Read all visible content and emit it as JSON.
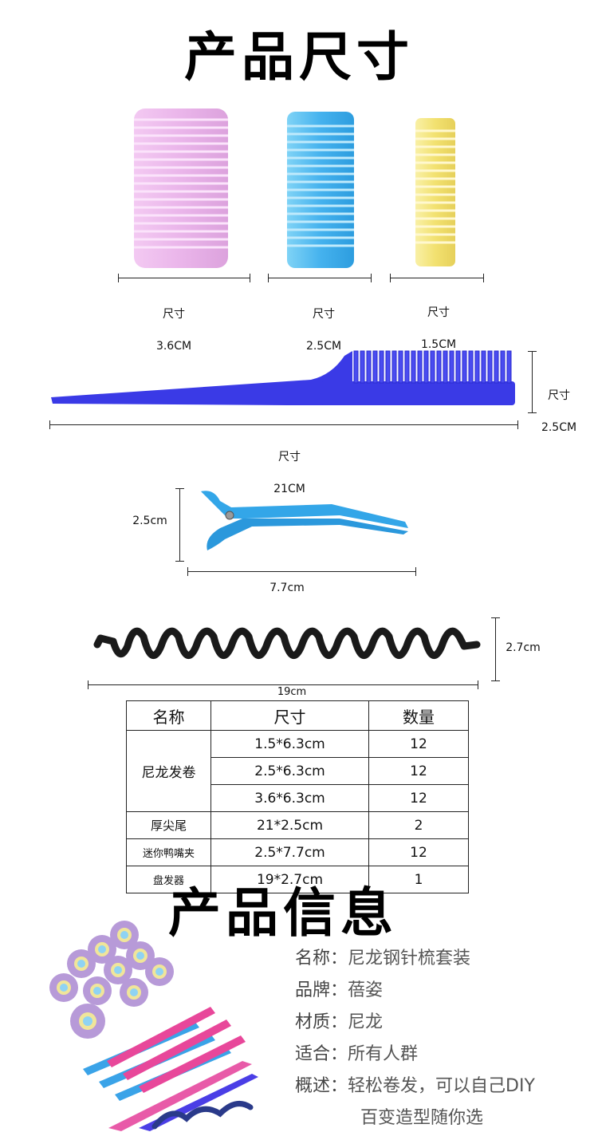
{
  "size_title": "产品尺寸",
  "info_title": "产品信息",
  "rollers": [
    {
      "label": "尺寸",
      "size": "3.6CM",
      "color": "#e9b6e8"
    },
    {
      "label": "尺寸",
      "size": "2.5CM",
      "color": "#49b6ee"
    },
    {
      "label": "尺寸",
      "size": "1.5CM",
      "color": "#f3e57b"
    }
  ],
  "comb": {
    "length_label": "尺寸",
    "length": "21CM",
    "height_label": "尺寸",
    "height": "2.5CM",
    "color": "#3b3be6"
  },
  "clip": {
    "height": "2.5cm",
    "length": "7.7cm",
    "color": "#31a4e8"
  },
  "bun_maker": {
    "height": "2.7cm",
    "length": "19cm",
    "color": "#1a1a1a"
  },
  "table": {
    "headers": [
      "名称",
      "尺寸",
      "数量"
    ],
    "group_name": "尼龙发卷",
    "rows": [
      {
        "name": "",
        "size": "1.5*6.3cm",
        "qty": "12"
      },
      {
        "name": "",
        "size": "2.5*6.3cm",
        "qty": "12"
      },
      {
        "name": "",
        "size": "3.6*6.3cm",
        "qty": "12"
      },
      {
        "name": "厚尖尾",
        "size": "21*2.5cm",
        "qty": "2"
      },
      {
        "name": "迷你鸭嘴夹",
        "size": "2.5*7.7cm",
        "qty": "12"
      },
      {
        "name": "盘发器",
        "size": "19*2.7cm",
        "qty": "1"
      }
    ]
  },
  "info": [
    {
      "key": "名称：",
      "value": "尼龙钢针梳套装"
    },
    {
      "key": "品牌：",
      "value": "蓓姿"
    },
    {
      "key": "材质：",
      "value": "尼龙"
    },
    {
      "key": "适合：",
      "value": "所有人群"
    },
    {
      "key": "概述：",
      "value": "轻松卷发，可以自己DIY"
    },
    {
      "key": "",
      "value": "百变造型随你选"
    }
  ]
}
